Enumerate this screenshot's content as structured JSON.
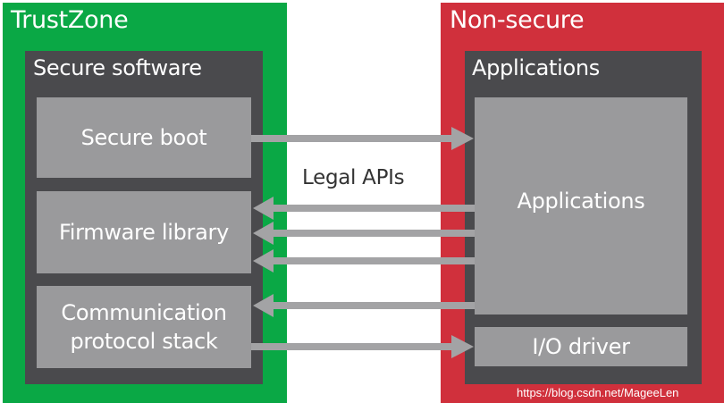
{
  "colors": {
    "trustzone": "#0aa845",
    "nonsecure": "#d0303c",
    "panel": "#4a4a4d",
    "box": "#9a9a9c",
    "arrow": "#a3a3a5",
    "text_light": "#ffffff",
    "text_dark": "#333333"
  },
  "trustzone": {
    "title": "TrustZone",
    "panel_title": "Secure software",
    "boxes": {
      "secure_boot": "Secure boot",
      "firmware_library": "Firmware library",
      "comm_line1": "Communication",
      "comm_line2": "protocol stack"
    }
  },
  "nonsecure": {
    "title": "Non-secure",
    "panel_title": "Applications",
    "boxes": {
      "applications": "Applications",
      "io_driver": "I/O driver"
    }
  },
  "connections": {
    "label": "Legal APIs",
    "arrows": [
      {
        "from": "Secure boot",
        "to": "Applications",
        "direction": "right"
      },
      {
        "from": "Applications",
        "to": "Firmware library",
        "direction": "left"
      },
      {
        "from": "Applications",
        "to": "Firmware library",
        "direction": "left"
      },
      {
        "from": "Applications",
        "to": "Firmware library",
        "direction": "left"
      },
      {
        "from": "Applications",
        "to": "Communication protocol stack",
        "direction": "left"
      },
      {
        "from": "Communication protocol stack",
        "to": "I/O driver",
        "direction": "right"
      }
    ]
  },
  "watermark": "https://blog.csdn.net/MageeLen"
}
